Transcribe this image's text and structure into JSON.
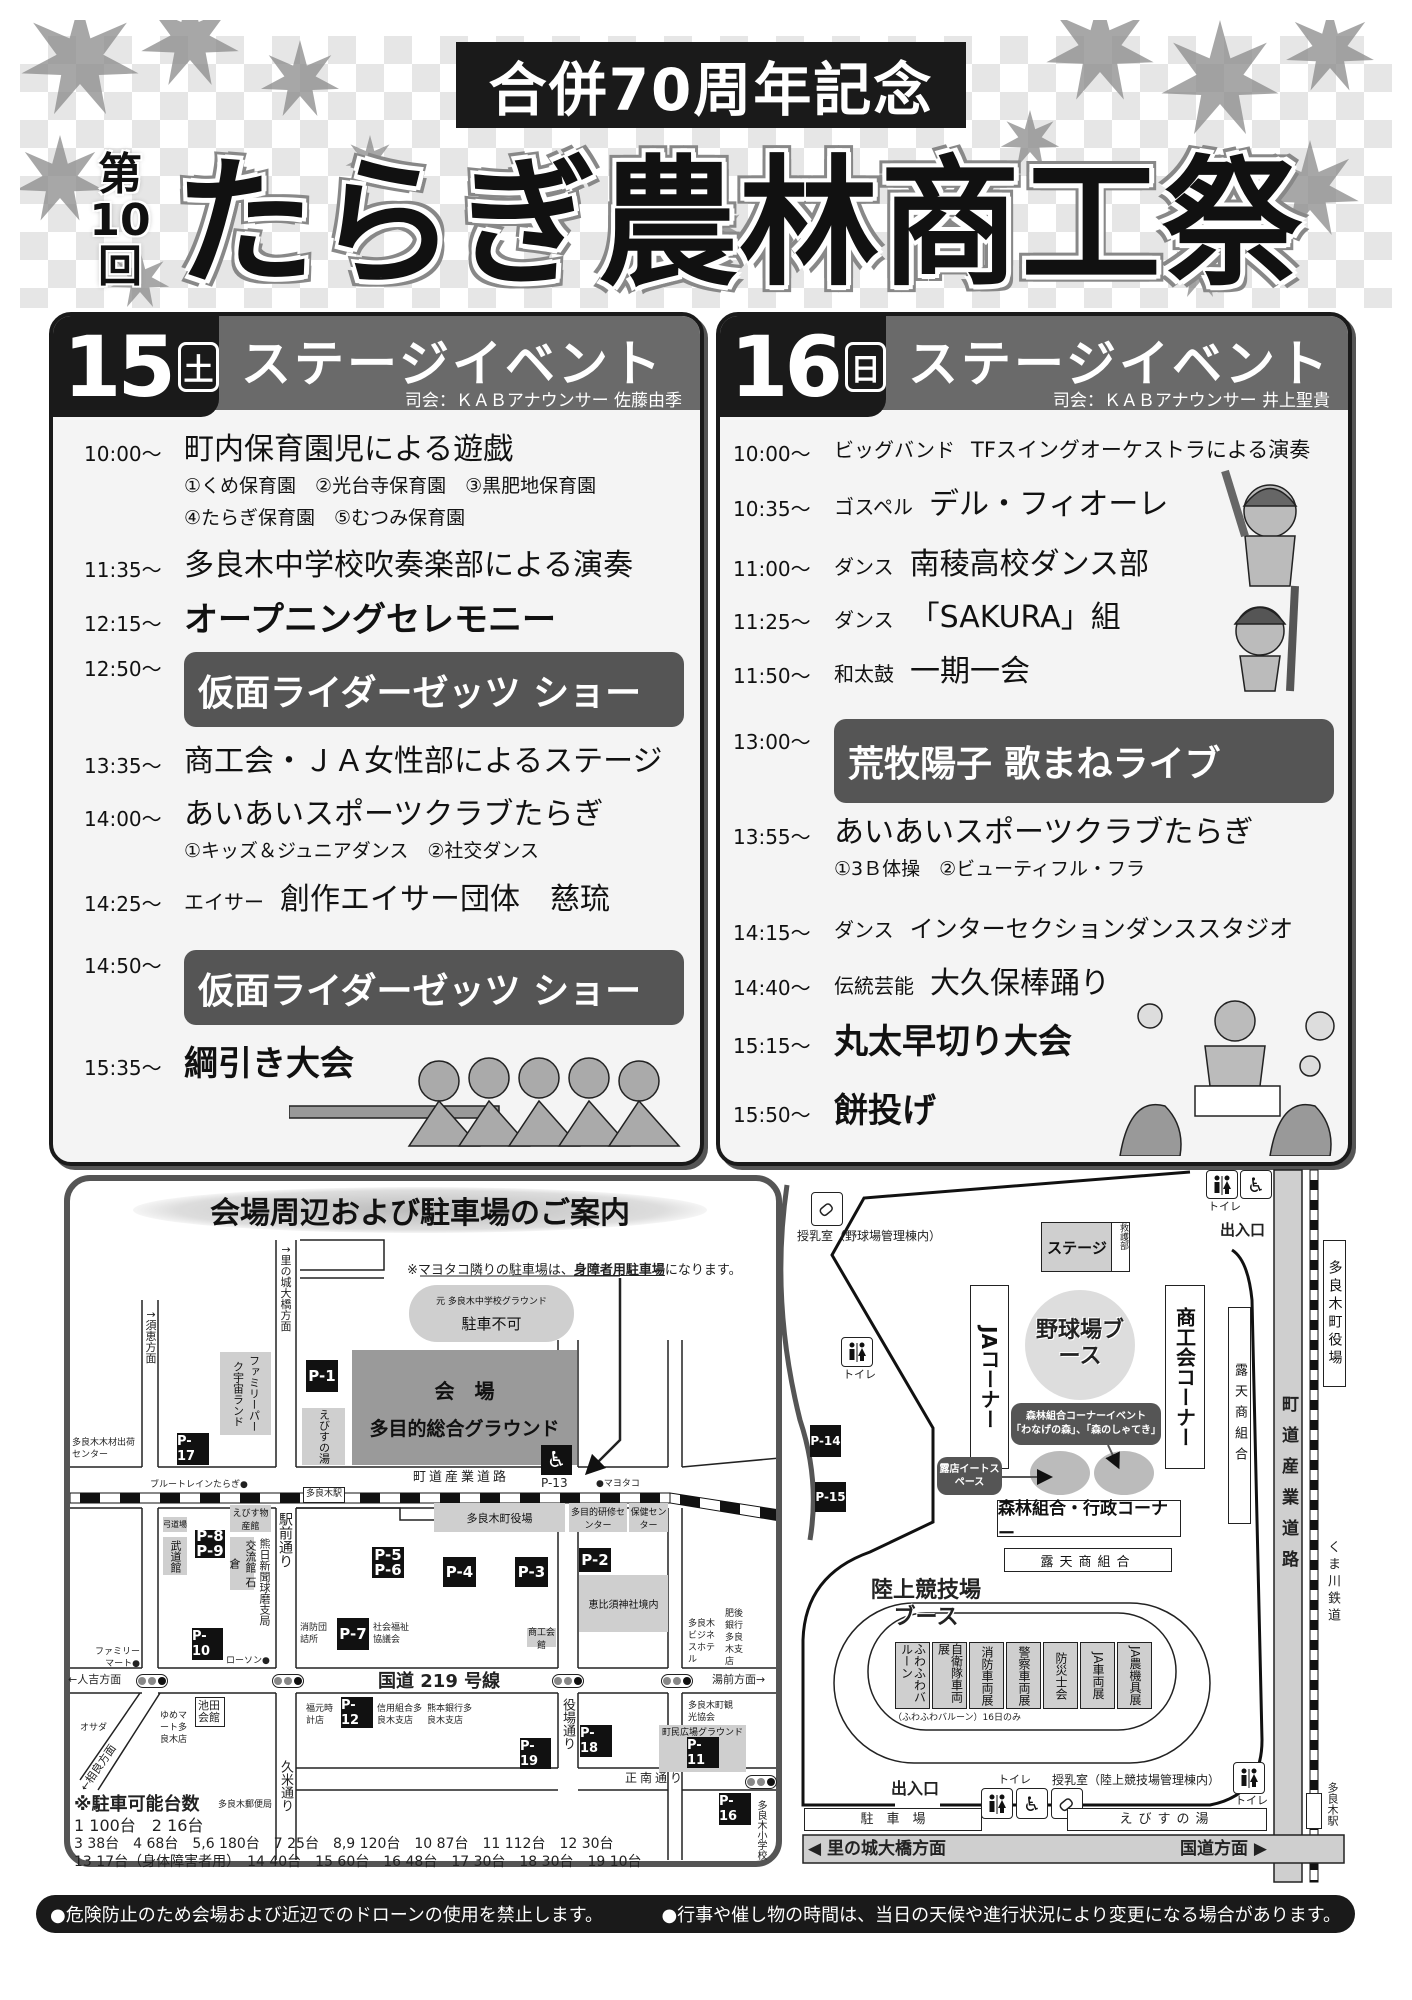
{
  "header": {
    "anniversary": "合併70周年記念",
    "edition": [
      "第",
      "10",
      "回"
    ],
    "title": "たらぎ農林商工祭"
  },
  "days": [
    {
      "date": "15",
      "weekday": "土",
      "heading": "ステージイベント",
      "mc": "司会：ＫＡＢアナウンサー 佐藤由季",
      "events": [
        {
          "time": "10:00～",
          "title": "町内保育園児による遊戯",
          "subs": [
            "①くめ保育園　②光台寺保育園　③黒肥地保育園",
            "④たらぎ保育園　⑤むつみ保育園"
          ]
        },
        {
          "time": "11:35～",
          "title": "多良木中学校吹奏楽部による演奏"
        },
        {
          "time": "12:15～",
          "title": "オープニングセレモニー",
          "style": "bold"
        },
        {
          "time": "12:50～",
          "title": "仮面ライダーゼッツ ショー",
          "style": "highlight"
        },
        {
          "time": "13:35～",
          "title": "商工会・ＪＡ女性部によるステージ"
        },
        {
          "time": "14:00～",
          "title": "あいあいスポーツクラブたらぎ",
          "subs": [
            "①キッズ＆ジュニアダンス　②社交ダンス"
          ]
        },
        {
          "time": "14:25～",
          "genre": "エイサー",
          "title": "創作エイサー団体　慈琉"
        },
        {
          "time": "14:50～",
          "title": "仮面ライダーゼッツ ショー",
          "style": "highlight"
        },
        {
          "time": "15:35～",
          "title": "綱引き大会",
          "style": "bold"
        }
      ]
    },
    {
      "date": "16",
      "weekday": "日",
      "heading": "ステージイベント",
      "mc": "司会：ＫＡＢアナウンサー 井上聖貴",
      "events": [
        {
          "time": "10:00～",
          "genre": "ビッグバンド",
          "title": "TFスイングオーケストラによる演奏"
        },
        {
          "time": "10:35～",
          "genre": "ゴスペル",
          "title": "デル・フィオーレ"
        },
        {
          "time": "11:00～",
          "genre": "ダンス",
          "title": "南稜高校ダンス部"
        },
        {
          "time": "11:25～",
          "genre": "ダンス",
          "title": "「SAKURA」組"
        },
        {
          "time": "11:50～",
          "genre": "和太鼓",
          "title": "一期一会"
        },
        {
          "time": "13:00～",
          "title": "荒牧陽子 歌まねライブ",
          "style": "highlight"
        },
        {
          "time": "13:55～",
          "title": "あいあいスポーツクラブたらぎ",
          "subs": [
            "①3Ｂ体操　②ビューティフル・フラ"
          ]
        },
        {
          "time": "14:15～",
          "genre": "ダンス",
          "title": "インターセクションダンススタジオ"
        },
        {
          "time": "14:40～",
          "genre": "伝統芸能",
          "title": "大久保棒踊り"
        },
        {
          "time": "15:15～",
          "title": "丸太早切り大会",
          "style": "bold"
        },
        {
          "time": "15:50～",
          "title": "餅投げ",
          "style": "bold"
        }
      ]
    }
  ],
  "map_left": {
    "title": "会場周辺および駐車場のご案内",
    "note_prefix": "※マヨタコ隣りの駐車場は、",
    "note_bold": "身障者用駐車場",
    "note_suffix": "になります。",
    "former_ground": "元 多良木中学校グラウンド",
    "no_parking": "駐車不可",
    "venue": "会　場",
    "venue_name": "多目的総合グラウンド",
    "roads": {
      "sangyo": "町道産業道路",
      "route219": "国道 219 号線",
      "ekimae": "駅前通り",
      "yakuba": "役場通り",
      "kume": "久米通り",
      "seinan": "正南通り"
    },
    "directions": {
      "north_left": "↑須恵方面",
      "north_mid": "↑里の城大橋方面",
      "west": "←人吉方面",
      "east": "湯前方面→",
      "southwest": "←相良方面"
    },
    "places": {
      "family_park": "ファミリーパーク宇宙ランド",
      "ebisu_yu": "えびすの湯",
      "lumber": "多良木木材出荷センター",
      "blue_train": "ブルートレインたらぎ●",
      "station": "多良木駅",
      "mayotako": "●マヨタコ",
      "town_hall": "多良木町役場",
      "training_center": "多目的研修センター",
      "health_center": "保健センター",
      "kyudojo": "弓道場",
      "budokan": "武道館",
      "bussankan": "えびす物産館",
      "koryukan": "交流館 石倉",
      "newspaper": "熊日新聞球磨支局",
      "shrine": "恵比須神社境内",
      "business_hotel": "多良木ビジネスホテル",
      "higo_bank": "肥後銀行多良木支店",
      "familymart": "ファミリーマート●",
      "lawson": "ローソン●",
      "fire_station": "消防団詰所",
      "welfare": "社会福祉協議会",
      "shokokaikan": "商工会館",
      "ikeda_kaikan": "池田会館",
      "yume_mart": "ゆめマート多良木店",
      "osada": "オサダ",
      "clock_shop": "福元時計店",
      "credit_union": "信用組合多良木支店",
      "kumamoto_bank": "熊本銀行多良木支店",
      "tourism": "多良木町観光協会",
      "plaza_ground": "町民広場グラウンド",
      "post_office": "多良木郵便局",
      "elementary": "多良木小学校"
    },
    "parking": [
      "P-1",
      "P-2",
      "P-3",
      "P-4",
      "P-5",
      "P-6",
      "P-7",
      "P-8",
      "P-9",
      "P-10",
      "P-11",
      "P-12",
      "P-13",
      "P-16",
      "P-17",
      "P-18",
      "P-19"
    ],
    "capacity_title": "※駐車可能台数",
    "capacity_lines": [
      "1 100台　2 16台",
      "3 38台　4 68台　5,6 180台　7 25台　8,9 120台　10 87台　11 112台　12 30台",
      "13 17台（身体障害者用）　14 40台　15 60台　16 48台　17 30台　18 30台　19 10台"
    ]
  },
  "map_right": {
    "nursing_room_top": "授乳室（野球場管理棟内）",
    "toilet": "トイレ",
    "entrance": "出入口",
    "stage": "ステージ",
    "first_aid": "救護部",
    "ja_corner": "JAコーナー",
    "shokokai_corner": "商工会コーナー",
    "baseball_booth": "野球場ブース",
    "forest_event_line1": "森林組合コーナーイベント",
    "forest_event_line2": "「わなげの森」、「森のしゃてき」",
    "eat_space": "露店イートスペース",
    "forest_admin_corner": "森林組合・行政コーナー",
    "street_vendors": "露天商組合",
    "town_hall": "多良木町役場",
    "road": "町道産業道路",
    "railway": "くま川鉄道",
    "track_booth": "陸上競技場ブース",
    "booths": [
      "ふわふわバルーン",
      "自衛隊車両展",
      "消防車両展",
      "警察車両展",
      "防災士会",
      "JA車両展",
      "JA農機具展"
    ],
    "booth_note": "（ふわふわバルーン）16日のみ",
    "nursing_room_bottom": "授乳室（陸上競技場管理棟内）",
    "parking_lot": "駐　車　場",
    "ebisu_yu": "えびすの湯",
    "to_bridge": "里の城大橋方面",
    "to_route": "国道方面",
    "station": "多良木駅",
    "parking": [
      "P-14",
      "P-15"
    ]
  },
  "footer": {
    "notice1": "●危険防止のため会場および近辺でのドローンの使用を禁止します。",
    "notice2": "●行事や催し物の時間は、当日の天候や進行状況により変更になる場合があります。"
  },
  "colors": {
    "ink": "#1a1a1a",
    "panel_header": "#6a6a6a",
    "highlight": "#555555",
    "map_gray": "#cfcfcf"
  }
}
